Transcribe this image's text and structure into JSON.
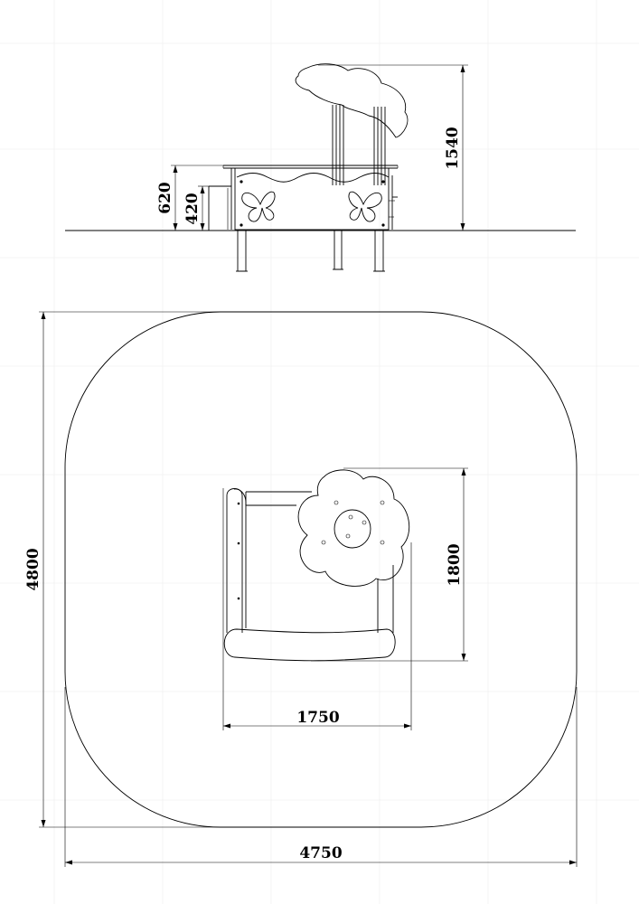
{
  "elevation_view": {
    "dimensions": {
      "total_height": "1540",
      "table_height": "620",
      "bench_height": "420"
    }
  },
  "plan_view": {
    "dimensions": {
      "zone_depth": "4800",
      "zone_width": "4750",
      "unit_width": "1750",
      "unit_depth": "1800"
    }
  }
}
